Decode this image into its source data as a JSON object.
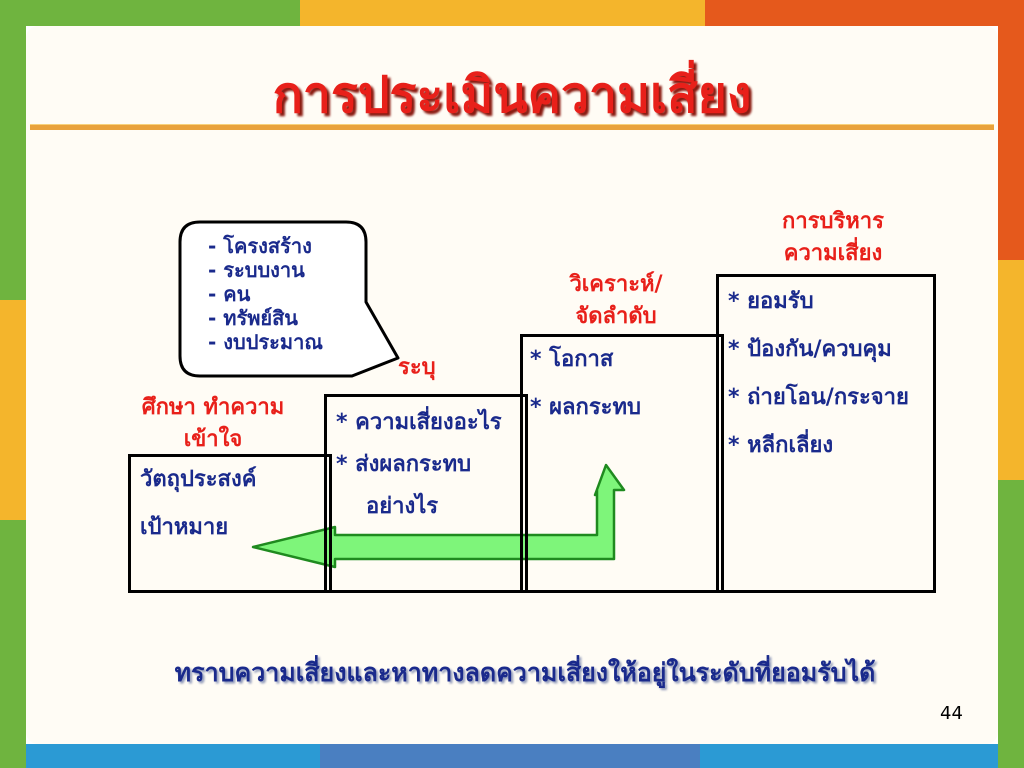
{
  "title": "การประเมินความเสี่ยง",
  "callout": {
    "items": [
      "- โครงสร้าง",
      "- ระบบงาน",
      "- คน",
      "- ทรัพย์สิน",
      "- งบประมาณ"
    ]
  },
  "steps": [
    {
      "label": [
        "ศึกษา ทำความ",
        "เข้าใจ"
      ],
      "items": [
        "วัตถุประสงค์",
        "เป้าหมาย"
      ]
    },
    {
      "label": [
        "ระบุ"
      ],
      "items": [
        "* ความเสี่ยงอะไร",
        "* ส่งผลกระทบ",
        "อย่างไร"
      ]
    },
    {
      "label": [
        "วิเคราะห์/",
        "จัดลำดับ"
      ],
      "items": [
        "* โอกาส",
        "* ผลกระทบ"
      ]
    },
    {
      "label": [
        "การบริหาร",
        "ความเสี่ยง"
      ],
      "items": [
        "* ยอมรับ",
        "* ป้องกัน/ควบคุม",
        "* ถ่ายโอน/กระจาย",
        "* หลีกเลี่ยง"
      ]
    }
  ],
  "footer": "ทราบความเสี่ยงและหาทางลดความเสี่ยงให้อยู่ในระดับที่ยอมรับได้",
  "page_number": "44",
  "colors": {
    "title": "#e8201a",
    "step_label": "#e8201a",
    "text": "#1a2a8c",
    "arrow_fill": "#7ef57a",
    "arrow_stroke": "#1f8a1f"
  }
}
